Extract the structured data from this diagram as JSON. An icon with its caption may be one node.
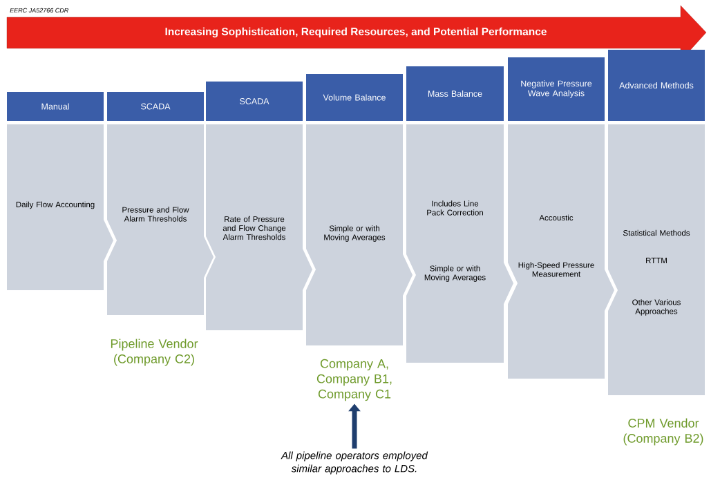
{
  "diagram": {
    "nodes": [
      {
        "text": [
          "Increasing Sophistication, Required Resources, and Potential Performance"
        ]
      },
      {
        "text": [
          "Manual",
          "Daily Flow Accounting"
        ]
      },
      {
        "text": [
          "SCADA",
          "Pressure and Flow Alarm Thresholds"
        ]
      },
      {
        "text": [
          "SCADA",
          "Rate of Pressure and Flow Change Alarm Thresholds"
        ]
      },
      {
        "text": [
          "Volume Balance",
          "Simple or with Moving Averages"
        ]
      },
      {
        "text": [
          "Mass Balance",
          "Includes Line Pack Correction",
          "Simple or with Moving Averages"
        ]
      },
      {
        "text": [
          "Negative Pressure Wave Analysis",
          "Accoustic",
          "High-Speed Pressure Measurement"
        ]
      },
      {
        "text": [
          "Advanced Methods",
          "Statistical Methods",
          "RTTM",
          "Other Various Approaches"
        ]
      },
      {
        "text": [
          "Pipeline Vendor (Company C2)"
        ]
      },
      {
        "text": [
          "Company A, Company B1, Company C1"
        ]
      },
      {
        "text": [
          "CPM Vendor (Company B2)"
        ]
      },
      {
        "text": [
          "All pipeline operators employed similar approaches to LDS."
        ]
      }
    ],
    "edges": [
      {
        "from": 11,
        "to": 9,
        "arrow": "to"
      }
    ],
    "labels": [
      "EERC JA52766 CDR"
    ]
  }
}
